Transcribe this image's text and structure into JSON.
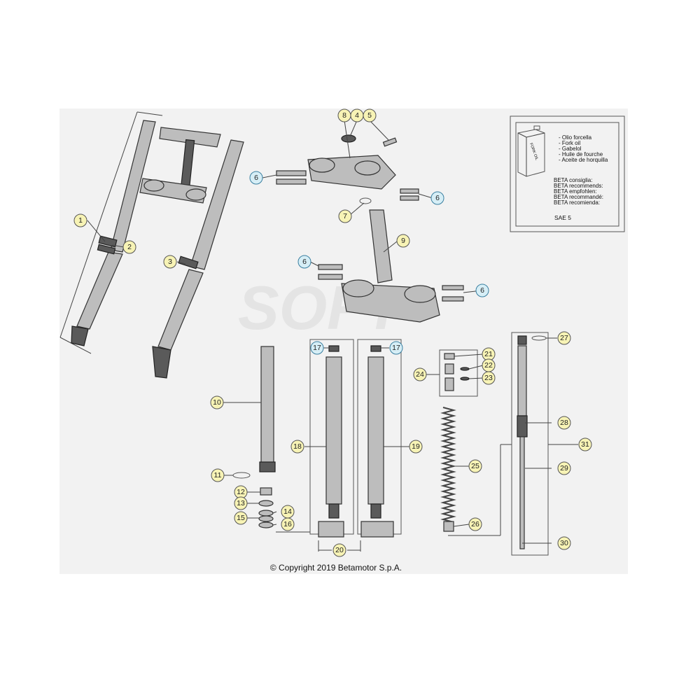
{
  "callouts": [
    {
      "num": "1",
      "style": "yellow"
    },
    {
      "num": "2",
      "style": "yellow"
    },
    {
      "num": "3",
      "style": "yellow"
    },
    {
      "num": "4",
      "style": "yellow"
    },
    {
      "num": "5",
      "style": "yellow"
    },
    {
      "num": "6",
      "style": "blue"
    },
    {
      "num": "7",
      "style": "yellow"
    },
    {
      "num": "8",
      "style": "yellow"
    },
    {
      "num": "9",
      "style": "yellow"
    },
    {
      "num": "10",
      "style": "yellow"
    },
    {
      "num": "11",
      "style": "yellow"
    },
    {
      "num": "12",
      "style": "yellow"
    },
    {
      "num": "13",
      "style": "yellow"
    },
    {
      "num": "14",
      "style": "yellow"
    },
    {
      "num": "15",
      "style": "yellow"
    },
    {
      "num": "16",
      "style": "yellow"
    },
    {
      "num": "17",
      "style": "blue"
    },
    {
      "num": "18",
      "style": "yellow"
    },
    {
      "num": "19",
      "style": "yellow"
    },
    {
      "num": "20",
      "style": "yellow"
    },
    {
      "num": "21",
      "style": "yellow"
    },
    {
      "num": "22",
      "style": "yellow"
    },
    {
      "num": "23",
      "style": "yellow"
    },
    {
      "num": "24",
      "style": "yellow"
    },
    {
      "num": "25",
      "style": "yellow"
    },
    {
      "num": "26",
      "style": "yellow"
    },
    {
      "num": "27",
      "style": "yellow"
    },
    {
      "num": "28",
      "style": "yellow"
    },
    {
      "num": "29",
      "style": "yellow"
    },
    {
      "num": "30",
      "style": "yellow"
    },
    {
      "num": "31",
      "style": "yellow"
    }
  ],
  "legend": {
    "oil_lines": [
      "- Olio forcella",
      "- Fork oil",
      "- Gabelol",
      "- Huile de fourche",
      "- Aceite de horquilla"
    ],
    "recommend_lines": [
      "BETA consiglia:",
      "BETA recommends:",
      "BETA empfohlen:",
      "BETA recommandé:",
      "BETA recomienda:"
    ],
    "oil_grade": "SAE 5",
    "can_label": "FORK OIL"
  },
  "watermark": "SOFT",
  "copyright": "© Copyright 2019 Betamotor S.p.A.",
  "colors": {
    "callout_yellow": "#f7f3b5",
    "callout_blue": "#d6eef6",
    "panel": "#f2f2f2"
  }
}
